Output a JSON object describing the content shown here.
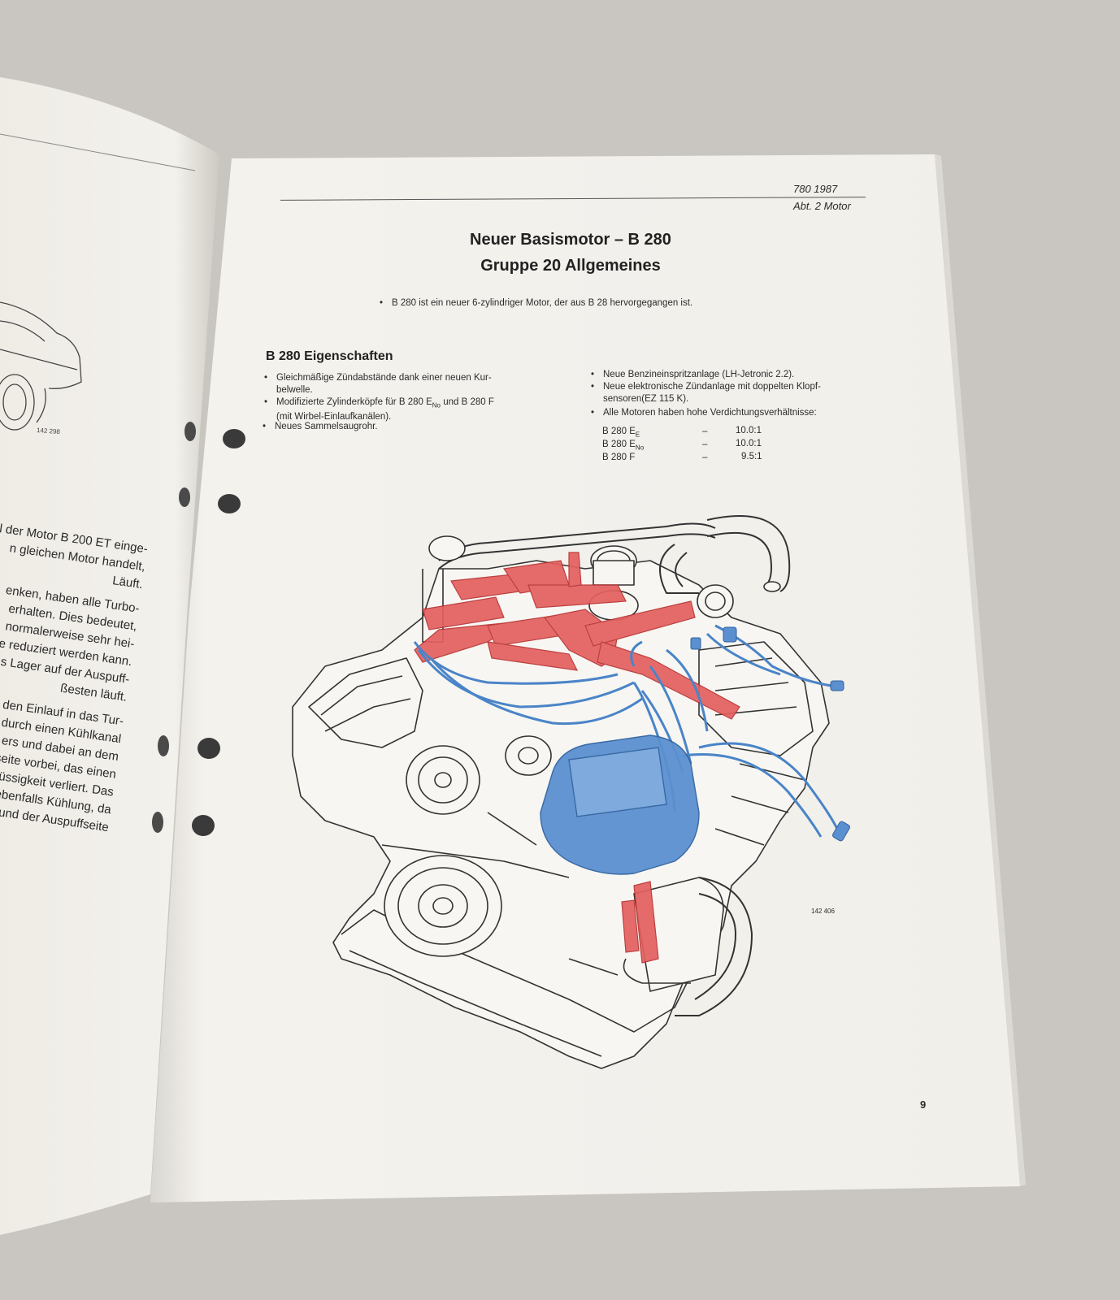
{
  "colors": {
    "accent_red": "#e05050",
    "accent_blue": "#5a8fd0",
    "paper": "#f5f3ee"
  },
  "left_page": {
    "caption": "142 298",
    "text_lines": [
      "l der Motor B 200 ET einge-",
      "n gleichen Motor handelt,",
      "Läuft.",
      "enken, haben alle Turbo-",
      "erhalten. Dies bedeutet,",
      "normalerweise sehr hei-",
      "e reduziert werden kann.",
      "s Lager auf der Auspuff-",
      "ßesten läuft.",
      "den Einlauf in das Tur-",
      "durch einen Kühlkanal",
      "ers und dabei an dem",
      "seite vorbei, das einen",
      "lüssigkeit verliert. Das",
      "ebenfalls Kühlung, da",
      "und der Auspuffseite"
    ]
  },
  "right_page": {
    "header_code": "780 1987",
    "header_section": "Abt. 2 Motor",
    "title_line1": "Neuer Basismotor – B 280",
    "title_line2": "Gruppe 20  Allgemeines",
    "intro_bullet": "B 280 ist ein neuer 6-zylindriger Motor, der aus B 28 hervorgegangen ist.",
    "section_title": "B 280 Eigenschaften",
    "left_bullets": [
      [
        "Gleichmäßige Zündabstände dank einer neuen Kur-",
        "belwelle."
      ],
      [
        "Modifizierte Zylinderköpfe für B 280 E",
        "No",
        " und B 280 F",
        "(mit Wirbel-Einlaufkanälen)."
      ],
      [
        "Neues Sammelsaugrohr."
      ]
    ],
    "right_bullets": [
      [
        "Neue Benzineinspritzanlage (LH-Jetronic 2.2)."
      ],
      [
        "Neue elektronische Zündanlage mit doppelten Klopf-",
        "sensoren(EZ 115 K)."
      ],
      [
        "Alle Motoren haben hohe Verdichtungsverhältnisse:"
      ]
    ],
    "compression": [
      {
        "model": "B 280 E",
        "sub": "E",
        "dash": "–",
        "ratio": "10.0:1"
      },
      {
        "model": "B 280 E",
        "sub": "No",
        "dash": "–",
        "ratio": "10.0:1"
      },
      {
        "model": "B 280 F",
        "sub": "",
        "dash": "–",
        "ratio": "9.5:1"
      }
    ],
    "figure_caption": "142 406",
    "page_number": "9"
  }
}
